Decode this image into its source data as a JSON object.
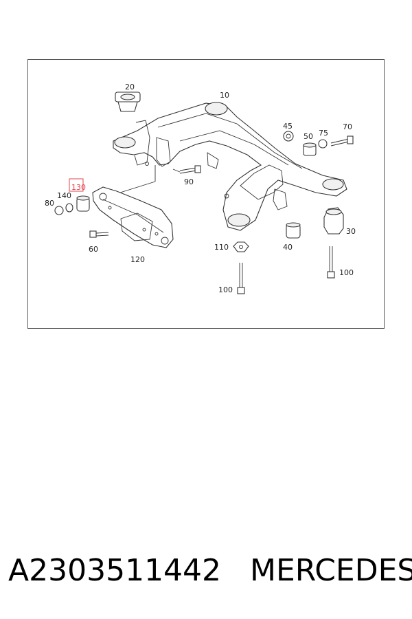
{
  "part_number": "A2303511442",
  "brand": "MERCEDES",
  "diagram": {
    "highlighted": "130",
    "callouts": {
      "c20": "20",
      "c10": "10",
      "c45": "45",
      "c50": "50",
      "c75": "75",
      "c70": "70",
      "c90": "90",
      "c130": "130",
      "c140": "140",
      "c80": "80",
      "c60": "60",
      "c120": "120",
      "c110": "110",
      "c40": "40",
      "c30": "30",
      "c100a": "100",
      "c100b": "100"
    }
  }
}
